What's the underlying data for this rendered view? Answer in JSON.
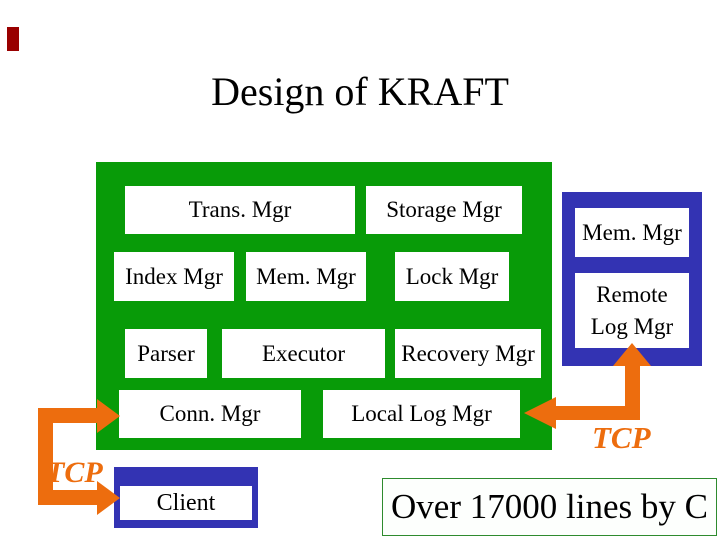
{
  "slide": {
    "title": "Design of KRAFT",
    "note": "Over 17000 lines by C"
  },
  "server": {
    "modules": {
      "trans_mgr": "Trans. Mgr",
      "storage_mgr": "Storage Mgr",
      "index_mgr": "Index Mgr",
      "mem_mgr": "Mem. Mgr",
      "lock_mgr": "Lock Mgr",
      "parser": "Parser",
      "executor": "Executor",
      "recovery_mgr": "Recovery Mgr",
      "conn_mgr": "Conn. Mgr",
      "local_log_mgr": "Local Log Mgr"
    }
  },
  "remote_panel": {
    "mem_mgr": "Mem. Mgr",
    "remote_log_mgr": "Remote Log Mgr"
  },
  "client": {
    "label": "Client"
  },
  "connections": {
    "tcp_left": "TCP",
    "tcp_right": "TCP"
  },
  "colors": {
    "server_green": "#089b08",
    "panel_blue": "#3333b3",
    "arrow_orange": "#ed6d0e",
    "corner_marker_red": "#990000",
    "note_border_green": "#2e8b2e"
  }
}
